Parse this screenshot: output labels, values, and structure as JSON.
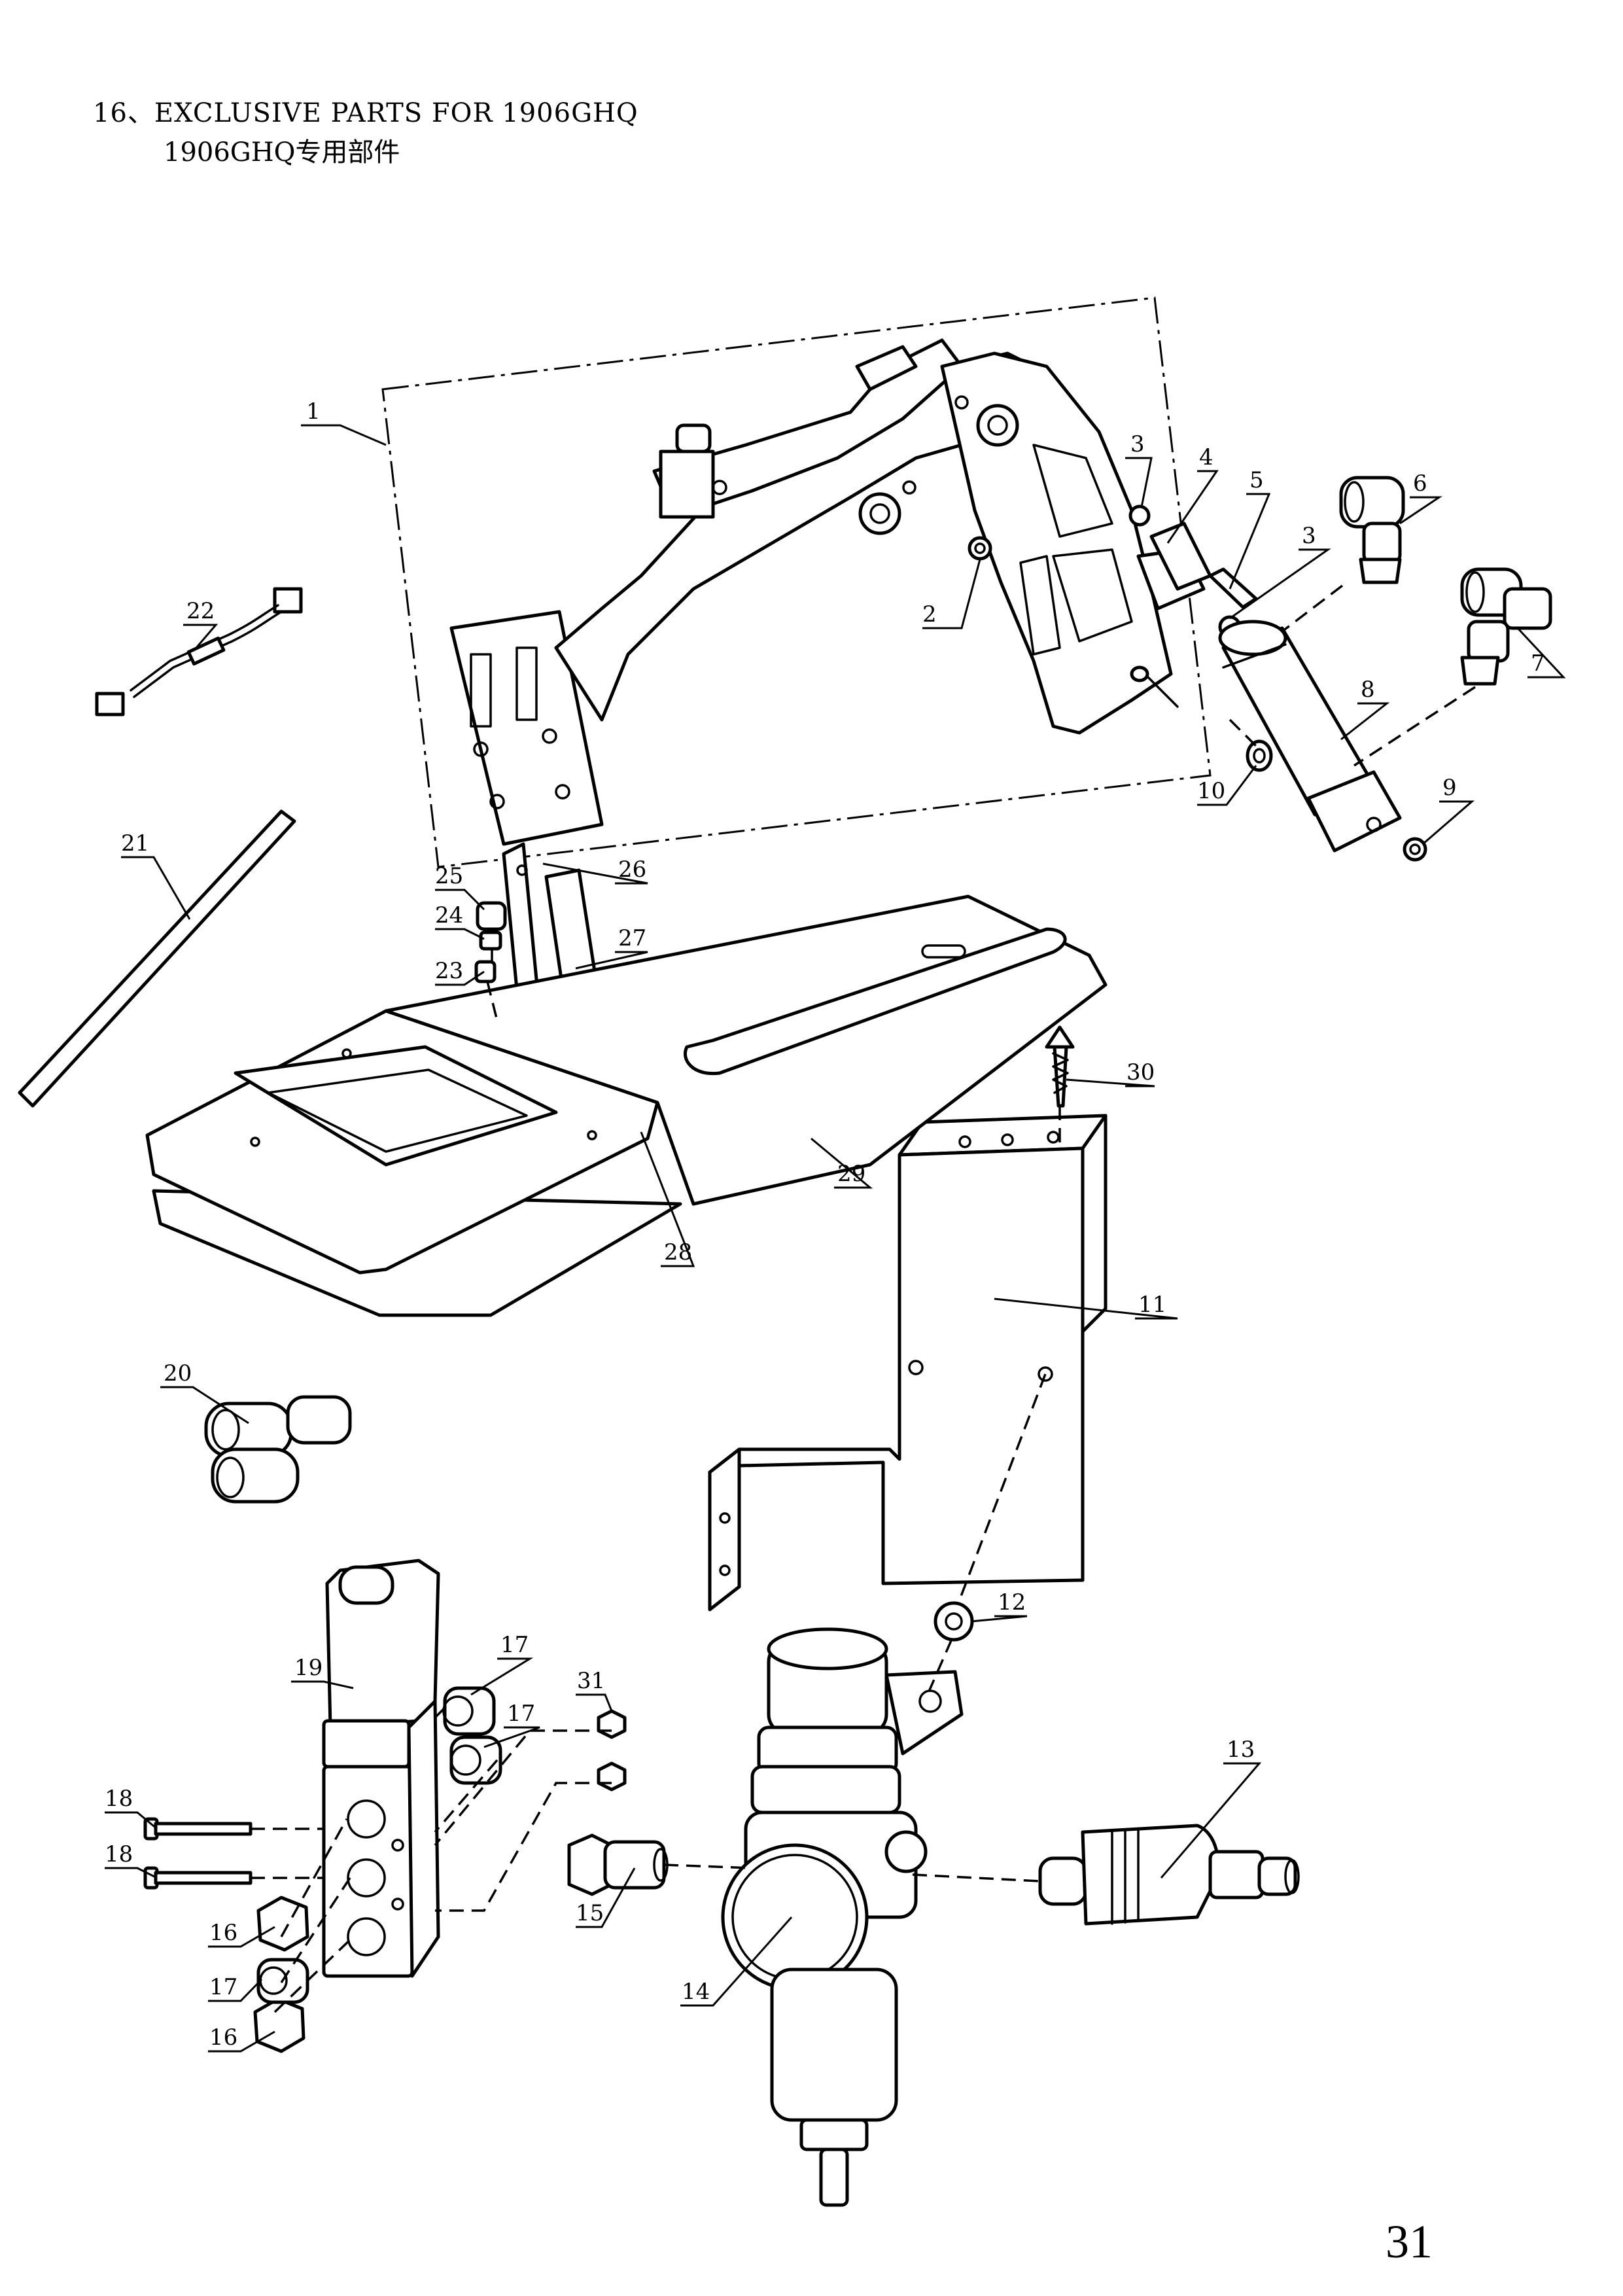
{
  "title": {
    "line1": "16、EXCLUSIVE PARTS FOR 1906GHQ",
    "line2": "1906GHQ专用部件"
  },
  "page_number": "31",
  "callouts": {
    "c1": "1",
    "c2": "2",
    "c3a": "3",
    "c3b": "3",
    "c4": "4",
    "c5": "5",
    "c6": "6",
    "c7": "7",
    "c8": "8",
    "c9": "9",
    "c10": "10",
    "c11": "11",
    "c12": "12",
    "c13": "13",
    "c14": "14",
    "c15": "15",
    "c16a": "16",
    "c16b": "16",
    "c17a": "17",
    "c17b": "17",
    "c17c": "17",
    "c18a": "18",
    "c18b": "18",
    "c19": "19",
    "c20": "20",
    "c21": "21",
    "c22": "22",
    "c23": "23",
    "c24": "24",
    "c25": "25",
    "c26": "26",
    "c27": "27",
    "c28": "28",
    "c29": "29",
    "c30": "30",
    "c31": "31"
  }
}
